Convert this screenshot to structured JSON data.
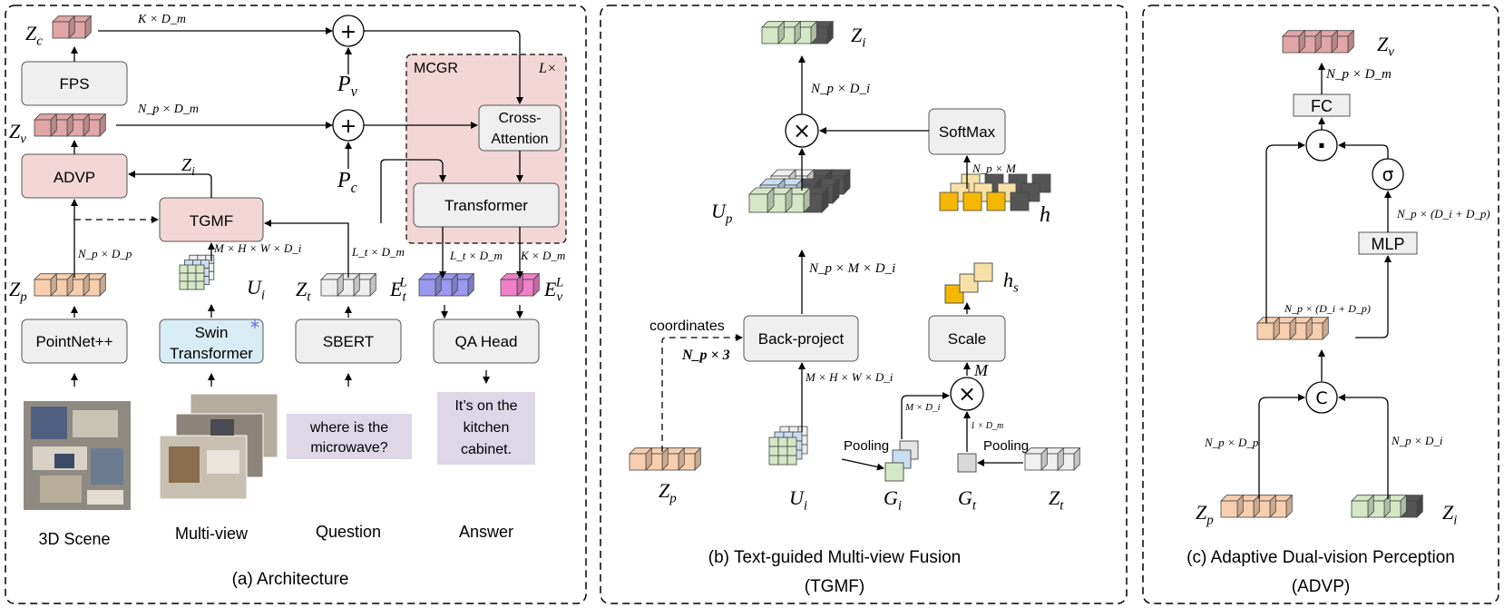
{
  "panels": {
    "a": {
      "caption": "(a) Architecture"
    },
    "b": {
      "caption_line1": "(b) Text-guided Multi-view Fusion",
      "caption_line2": "(TGMF)"
    },
    "c": {
      "caption_line1": "(c) Adaptive Dual-vision  Perception",
      "caption_line2": "(ADVP)"
    }
  },
  "arch": {
    "fps": "FPS",
    "advp": "ADVP",
    "tgmf": "TGMF",
    "pointnet": "PointNet++",
    "swin1": "Swin",
    "swin2": "Transformer",
    "sbert": "SBERT",
    "qahead": "QA Head",
    "mcgr": "MCGR",
    "lx": "L×",
    "cross1": "Cross-",
    "cross2": "Attention",
    "transformer": "Transformer",
    "zc": "Z_c",
    "zv": "Z_v",
    "zp": "Z_p",
    "zi": "Z_i",
    "ui": "U_i",
    "zt": "Z_t",
    "etl": "E_t^L",
    "evl": "E_v^L",
    "pv": "P_v",
    "pc": "P_c",
    "dim_kdm": "K × D_m",
    "dim_npdm": "N_p × D_m",
    "dim_npdp": "N_p × D_p",
    "dim_mhwdi": "M × H × W × D_i",
    "dim_ltdm": "L_t × D_m",
    "dim_ltdm2": "L_t × D_m",
    "dim_kdm2": "K × D_m",
    "scene": "3D Scene",
    "multiview": "Multi-view",
    "question": "Question",
    "answer": "Answer",
    "question_text1": "where is the",
    "question_text2": "microwave?",
    "answer_text1": "It’s on the",
    "answer_text2": "kitchen",
    "answer_text3": "cabinet."
  },
  "tgmf": {
    "zi": "Z_i",
    "npdi": "N_p × D_i",
    "softmax": "SoftMax",
    "npm": "N_p × M",
    "up": "U_p",
    "h": "h",
    "npmdi": "N_p × M × D_i",
    "hs": "h_s",
    "backproject": "Back-project",
    "scale": "Scale",
    "coordinates": "coordinates",
    "np3": "N_p × 3",
    "m": "M",
    "mhwdi": "M × H × W × D_i",
    "mdi": "M × D_i",
    "onedm": "1 × D_m",
    "pooling1": "Pooling",
    "pooling2": "Pooling",
    "zp": "Z_p",
    "ui": "U_i",
    "gi": "G_i",
    "gt": "G_t",
    "zt": "Z_t"
  },
  "advp": {
    "zv": "Z_v",
    "npdm": "N_p × D_m",
    "fc": "FC",
    "dot": "·",
    "sigma": "σ",
    "npdidp": "N_p × (D_i + D_p)",
    "mlp": "MLP",
    "npdidp2": "N_p × (D_i + D_p)",
    "c": "C",
    "npdp": "N_p × D_p",
    "npdi": "N_p × D_i",
    "zp": "Z_p",
    "zi": "Z_i"
  },
  "colors": {
    "pink": "#f3d6d6",
    "pink_block": "#e2a6a6",
    "gray_box": "#efefef",
    "orange_block": "#f8cfae",
    "green_block": "#d4e8c6",
    "blue_block": "#c9def0",
    "purple_block": "#9999f0",
    "magenta_block": "#f07fc7",
    "gold_block": "#f5b800",
    "light_gold": "#f8e1a6",
    "dark_block": "#555555",
    "text_bg": "#ddd7e8",
    "swin_bg": "#d8ecf5"
  }
}
